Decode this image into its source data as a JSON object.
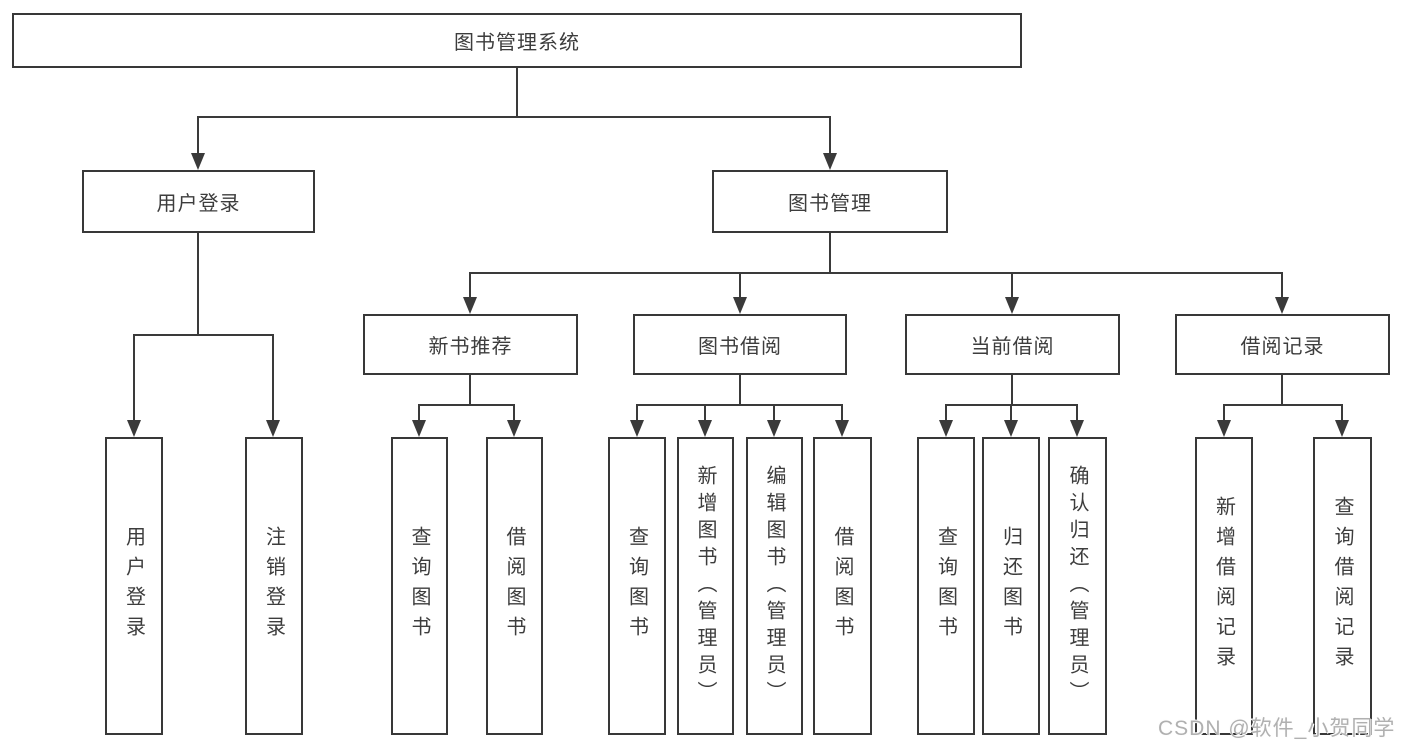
{
  "diagram": {
    "root": {
      "label": "图书管理系统"
    },
    "level2": [
      {
        "label": "用户登录"
      },
      {
        "label": "图书管理"
      }
    ],
    "level3": [
      {
        "label": "新书推荐"
      },
      {
        "label": "图书借阅"
      },
      {
        "label": "当前借阅"
      },
      {
        "label": "借阅记录"
      }
    ],
    "level4": {
      "user_login": [
        {
          "label": "用户登录"
        },
        {
          "label": "注销登录"
        }
      ],
      "new_book": [
        {
          "label": "查询图书"
        },
        {
          "label": "借阅图书"
        }
      ],
      "book_borrow": [
        {
          "label": "查询图书"
        },
        {
          "label": "新增图书（管理员）"
        },
        {
          "label": "编辑图书（管理员）"
        },
        {
          "label": "借阅图书"
        }
      ],
      "current_borrow": [
        {
          "label": "查询图书"
        },
        {
          "label": "归还图书"
        },
        {
          "label": "确认归还（管理员）"
        }
      ],
      "borrow_record": [
        {
          "label": "新增借阅记录"
        },
        {
          "label": "查询借阅记录"
        }
      ]
    }
  },
  "watermark": {
    "text": "CSDN @软件_小贺同学"
  },
  "colors": {
    "line": "#3a3a3a",
    "border": "#383838",
    "text": "#3d3d3d",
    "watermark": "#b0b0b0",
    "background": "#ffffff"
  }
}
